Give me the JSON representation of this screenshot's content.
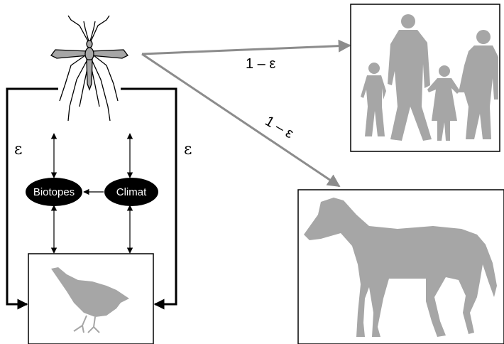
{
  "nodes": {
    "biotopes": "Biotopes",
    "climat": "Climat"
  },
  "edges": {
    "to_humans": "1 – ε",
    "to_horse": "1 – ε",
    "loop_left": "ε",
    "loop_right": "ε"
  },
  "icons": {
    "vector": "mosquito-icon",
    "humans": "family-silhouette-icon",
    "horse": "horse-silhouette-icon",
    "bird": "bird-silhouette-icon"
  },
  "colors": {
    "silhouette": "#a6a6a6",
    "arrow_gray": "#8c8c8c",
    "node_fill": "#000000",
    "line": "#000000"
  }
}
